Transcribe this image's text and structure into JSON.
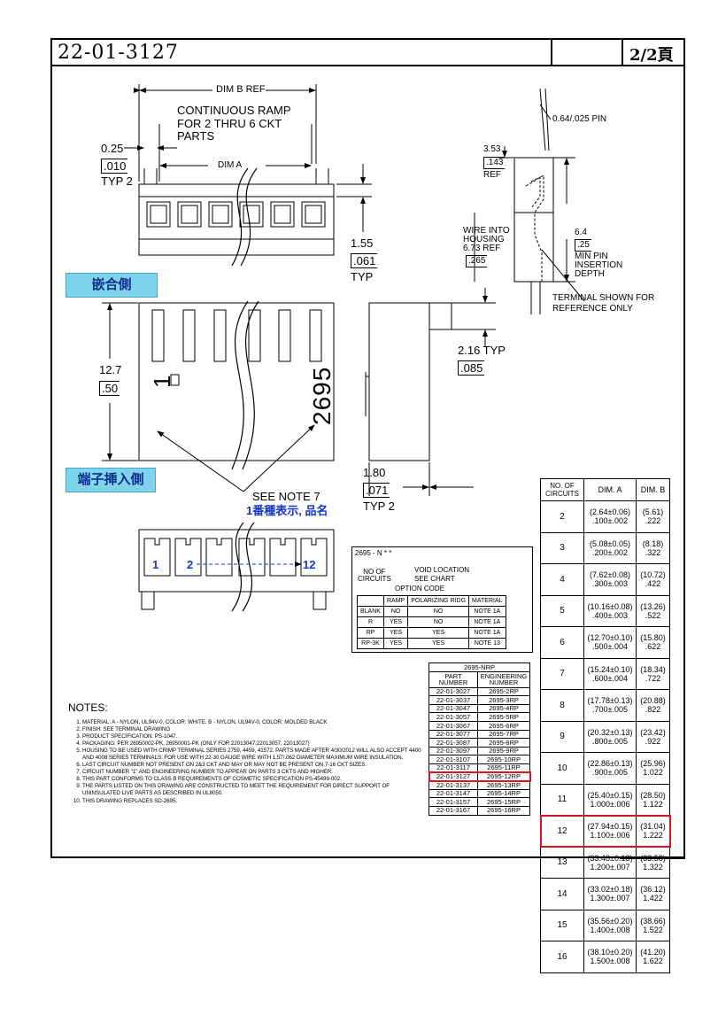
{
  "header": {
    "drawing_no": "22-01-3127",
    "page": "2/2頁"
  },
  "drawing": {
    "dim_b_ref": "DIM B REF",
    "continuous_ramp": [
      "CONTINUOUS RAMP",
      "FOR 2 THRU 6 CKT",
      "PARTS"
    ],
    "dim_025": "0.25",
    "dim_010": ".010",
    "typ2": "TYP 2",
    "dim_a": "DIM A",
    "dim_155": "1.55",
    "dim_061": ".061",
    "typ": "TYP",
    "pin": "0.64/.025 PIN",
    "dim_353": "3.53",
    "dim_143": ".143",
    "ref": "REF",
    "wire_into": [
      "WIRE INTO",
      "HOUSING",
      "6.73   REF"
    ],
    "dim_265": ".265",
    "dim_64": "6.4",
    "dim_25": ".25",
    "min_pin": [
      "MIN PIN",
      "INSERTION",
      "DEPTH"
    ],
    "terminal_shown": [
      "TERMINAL SHOWN FOR",
      "REFERENCE ONLY"
    ],
    "mating_side": "嵌合側",
    "dim_127": "12.7",
    "dim_50": ".50",
    "dim_216": "2.16 TYP",
    "dim_085": ".085",
    "dim_180": "1.80",
    "dim_071": ".071",
    "typ2b": "TYP 2",
    "terminal_side": "端子挿入側",
    "see_note7": "SEE NOTE 7",
    "note_cn": "1番種表示, 品名",
    "part_print": "2695",
    "circuit_first": "1",
    "circuit_second": "2",
    "circuit_last": "12"
  },
  "option_block": {
    "code": "2695 - N * *",
    "void_location": "VOID LOCATION",
    "see_chart": "SEE CHART",
    "no_of_circuits": "NO OF\nCIRCUITS",
    "option_code": "OPTION CODE",
    "columns": [
      "",
      "RAMP",
      "POLARIZING RIDG",
      "MATERIAL"
    ],
    "rows": [
      [
        "BLANK",
        "NO",
        "NO",
        "NOTE 1A"
      ],
      [
        "R",
        "YES",
        "NO",
        "NOTE 1A"
      ],
      [
        "RP",
        "YES",
        "YES",
        "NOTE 1A"
      ],
      [
        "RP-3K",
        "YES",
        "YES",
        "NOTE 13"
      ]
    ]
  },
  "dim_table": {
    "headers": [
      "NO. OF CIRCUITS",
      "DIM. A",
      "DIM. B"
    ],
    "highlight_row": 10,
    "rows": [
      {
        "n": "2",
        "a1": "(2.64±0.06)",
        "a2": ".100±.002",
        "b1": "(5.61)",
        "b2": ".222"
      },
      {
        "n": "3",
        "a1": "(5.08±0.05)",
        "a2": ".200±.002",
        "b1": "(8.18)",
        "b2": ".322"
      },
      {
        "n": "4",
        "a1": "(7.62±0.08)",
        "a2": ".300±.003",
        "b1": "(10.72)",
        "b2": ".422"
      },
      {
        "n": "5",
        "a1": "(10.16±0.08)",
        "a2": ".400±.003",
        "b1": "(13.26)",
        "b2": ".522"
      },
      {
        "n": "6",
        "a1": "(12.70±0.10)",
        "a2": ".500±.004",
        "b1": "(15.80)",
        "b2": ".622"
      },
      {
        "n": "7",
        "a1": "(15.24±0.10)",
        "a2": ".600±.004",
        "b1": "(18.34)",
        "b2": ".722"
      },
      {
        "n": "8",
        "a1": "(17.78±0.13)",
        "a2": ".700±.005",
        "b1": "(20.88)",
        "b2": ".822"
      },
      {
        "n": "9",
        "a1": "(20.32±0.13)",
        "a2": ".800±.005",
        "b1": "(23.42)",
        "b2": ".922"
      },
      {
        "n": "10",
        "a1": "(22.86±0.13)",
        "a2": ".900±.005",
        "b1": "(25.96)",
        "b2": "1.022"
      },
      {
        "n": "11",
        "a1": "(25.40±0.15)",
        "a2": "1.000±.006",
        "b1": "(28.50)",
        "b2": "1.122"
      },
      {
        "n": "12",
        "a1": "(27.94±0.15)",
        "a2": "1.100±.006",
        "b1": "(31.04)",
        "b2": "1.222"
      },
      {
        "n": "13",
        "a1": "(33.48±0.18)",
        "a2": "1.200±.007",
        "b1": "(33.58)",
        "b2": "1.322"
      },
      {
        "n": "14",
        "a1": "(33.02±0.18)",
        "a2": "1.300±.007",
        "b1": "(36.12)",
        "b2": "1.422"
      },
      {
        "n": "15",
        "a1": "(35.56±0.20)",
        "a2": "1.400±.008",
        "b1": "(38.66)",
        "b2": "1.522"
      },
      {
        "n": "16",
        "a1": "(38.10±0.20)",
        "a2": "1.500±.008",
        "b1": "(41.20)",
        "b2": "1.622"
      }
    ]
  },
  "part_table": {
    "title": "2695-NRP",
    "headers": [
      "PART NUMBER",
      "ENGINEERING NUMBER"
    ],
    "highlight_row": 10,
    "rows": [
      [
        "22-01-3027",
        "2695-2RP"
      ],
      [
        "22-01-3037",
        "2695-3RP"
      ],
      [
        "22-01-3047",
        "2695-4RP"
      ],
      [
        "22-01-3057",
        "2695-5RP"
      ],
      [
        "22-01-3067",
        "2695-6RP"
      ],
      [
        "22-01-3077",
        "2695-7RP"
      ],
      [
        "22-01-3087",
        "2695-8RP"
      ],
      [
        "22-01-3097",
        "2695-9RP"
      ],
      [
        "22-01-3107",
        "2695-10RP"
      ],
      [
        "22-01-3117",
        "2695-11RP"
      ],
      [
        "22-01-3127",
        "2695-12RP"
      ],
      [
        "22-01-3137",
        "2695-13RP"
      ],
      [
        "22-01-3147",
        "2695-14RP"
      ],
      [
        "22-01-3157",
        "2695-15RP"
      ],
      [
        "22-01-3167",
        "2695-16RP"
      ]
    ]
  },
  "notes": {
    "title": "NOTES:",
    "items": [
      "MATERIAL: A - NYLON, UL94V-0, COLOR: WHITE. B - NYLON, UL94V-0, COLOR: MOLDED BLACK",
      "FINISH: SEE TERMINAL DRAWING",
      "PRODUCT SPECIFICATION: PS-1047.",
      "PACKAGING: PER 26950002-PK, 26950001-PK (ONLY FOR 22013047,22013057, 22013027)",
      "HOUSING TO BE USED WITH CRIMP TERMINAL SERIES 2759, 4459, 41572. PARTS MADE AFTER 4/30/2012 WILL ALSO ACCEPT 4400 AND 4008 SERIES TERMINALS. FOR USE WITH 22-30 GAUGE WIRE WITH 1.57/.062 DIAMETER MAXIMUM WIRE INSULATION.",
      "LAST CIRCUIT NUMBER NOT PRESENT ON 2&3 CKT AND MAY OR MAY NOT BE PRESENT ON 7-16 CKT SIZES.",
      "CIRCUIT NUMBER \"1\" AND ENGINEERING NUMBER TO APPEAR ON PARTS 3 CKTS AND HIGHER.",
      "THIS PART CONFORMS TO CLASS B REQUIREMENTS OF COSMETIC SPECIFICATION PS-45499-002.",
      "THE PARTS LISTED ON THIS DRAWING ARE CONSTRUCTED TO MEET THE REQUIREMENT FOR DIRECT SUPPORT OF UNINSULATED LIVE PARTS AS DESCRIBED IN UL8050.",
      "THIS DRAWING REPLACES SD-2695."
    ]
  }
}
